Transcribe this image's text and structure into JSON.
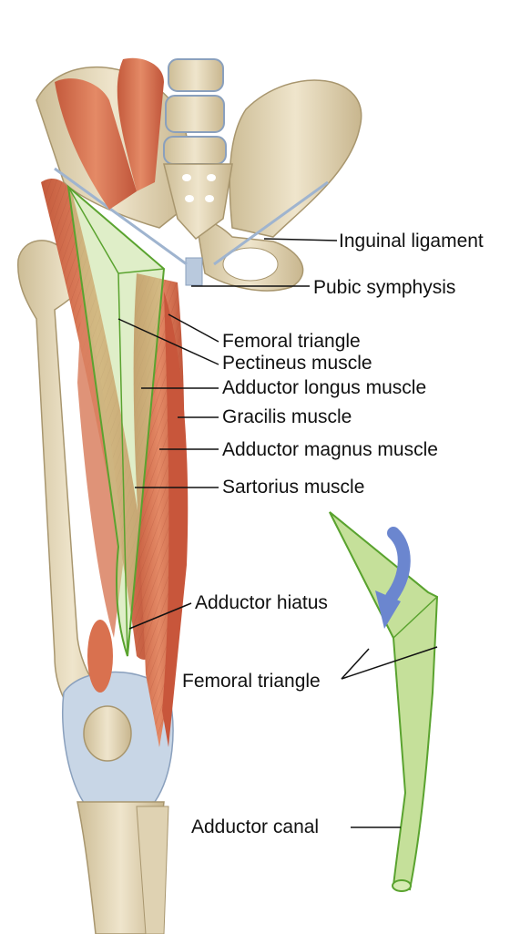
{
  "labels": {
    "inguinal_ligament": "Inguinal ligament",
    "pubic_symphysis": "Pubic symphysis",
    "femoral_triangle_top": "Femoral triangle",
    "pectineus_muscle": "Pectineus muscle",
    "adductor_longus_muscle": "Adductor longus muscle",
    "gracilis_muscle": "Gracilis muscle",
    "adductor_magnus_muscle": "Adductor magnus muscle",
    "sartorius_muscle": "Sartorius muscle",
    "adductor_hiatus": "Adductor hiatus",
    "femoral_triangle_inset": "Femoral triangle",
    "adductor_canal": "Adductor canal"
  },
  "colors": {
    "bone": "#e8dcc0",
    "bone_shade": "#c9b894",
    "muscle": "#d9714f",
    "muscle_dark": "#b8533a",
    "ligament": "#b9c9dd",
    "canal_fill": "#c5e09a",
    "canal_stroke": "#5aa32f",
    "arrow": "#6b86cf"
  }
}
